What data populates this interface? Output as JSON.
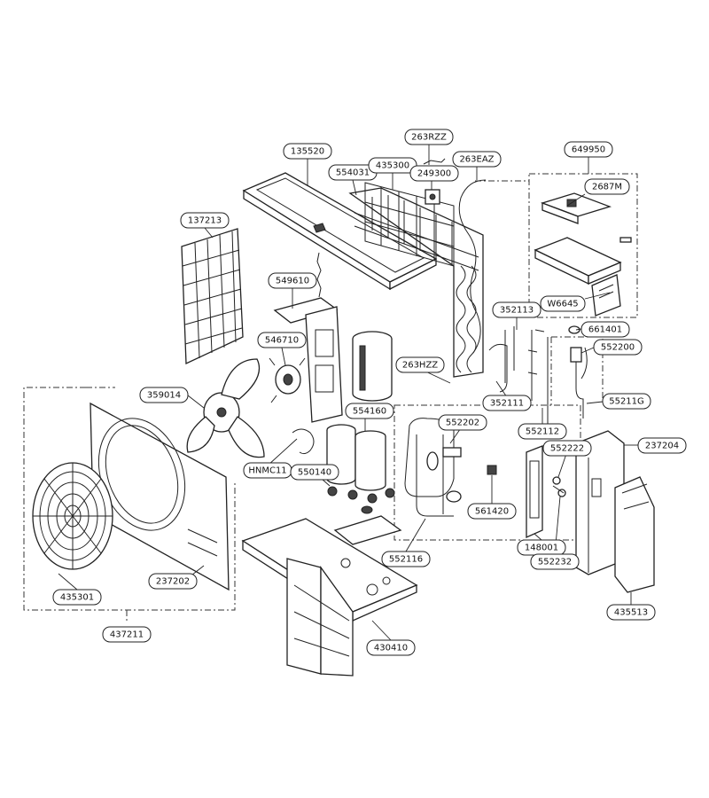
{
  "callouts": [
    {
      "id": "263RZZ",
      "label": "263RZZ"
    },
    {
      "id": "649950",
      "label": "649950"
    },
    {
      "id": "135520",
      "label": "135520"
    },
    {
      "id": "263EAZ",
      "label": "263EAZ"
    },
    {
      "id": "554031",
      "label": "554031"
    },
    {
      "id": "435300",
      "label": "435300"
    },
    {
      "id": "249300",
      "label": "249300"
    },
    {
      "id": "2687M",
      "label": "2687M"
    },
    {
      "id": "137213",
      "label": "137213"
    },
    {
      "id": "549610",
      "label": "549610"
    },
    {
      "id": "W6645",
      "label": "W6645"
    },
    {
      "id": "352113",
      "label": "352113"
    },
    {
      "id": "661401",
      "label": "661401"
    },
    {
      "id": "546710",
      "label": "546710"
    },
    {
      "id": "552200",
      "label": "552200"
    },
    {
      "id": "263HZZ",
      "label": "263HZZ"
    },
    {
      "id": "359014",
      "label": "359014"
    },
    {
      "id": "352111",
      "label": "352111"
    },
    {
      "id": "55211G",
      "label": "55211G"
    },
    {
      "id": "554160",
      "label": "554160"
    },
    {
      "id": "552202",
      "label": "552202"
    },
    {
      "id": "552112",
      "label": "552112"
    },
    {
      "id": "237204",
      "label": "237204"
    },
    {
      "id": "552222",
      "label": "552222"
    },
    {
      "id": "HNMC11",
      "label": "HNMC11"
    },
    {
      "id": "550140",
      "label": "550140"
    },
    {
      "id": "561420",
      "label": "561420"
    },
    {
      "id": "148001",
      "label": "148001"
    },
    {
      "id": "552232",
      "label": "552232"
    },
    {
      "id": "552116",
      "label": "552116"
    },
    {
      "id": "237202",
      "label": "237202"
    },
    {
      "id": "435301",
      "label": "435301"
    },
    {
      "id": "435513",
      "label": "435513"
    },
    {
      "id": "437211",
      "label": "437211"
    },
    {
      "id": "430410",
      "label": "430410"
    }
  ]
}
